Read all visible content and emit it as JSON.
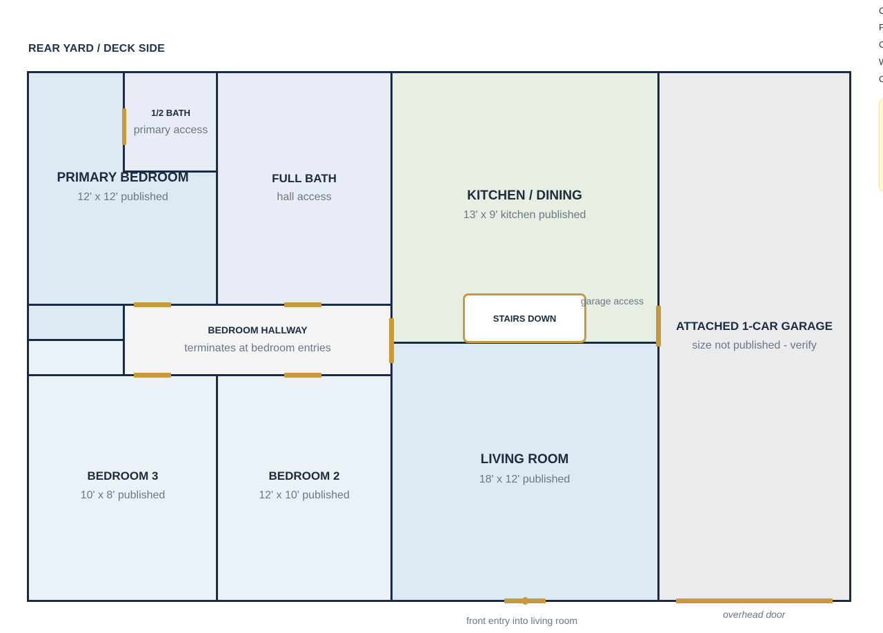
{
  "page_label": "REAR YARD / DECK SIDE",
  "rooms": {
    "half_bath": {
      "title": "1/2 BATH",
      "sub": "primary access"
    },
    "primary_bedroom": {
      "title": "PRIMARY BEDROOM",
      "sub": "12' x 12' published"
    },
    "full_bath": {
      "title": "FULL BATH",
      "sub": "hall access"
    },
    "kitchen": {
      "title": "KITCHEN / DINING",
      "sub": "13' x 9' kitchen published"
    },
    "hallway": {
      "title": "BEDROOM HALLWAY",
      "sub": "terminates at bedroom entries"
    },
    "garage": {
      "title": "ATTACHED 1-CAR GARAGE",
      "sub": "size not published - verify"
    },
    "living_room": {
      "title": "LIVING ROOM",
      "sub": "18' x 12' published"
    },
    "bedroom3": {
      "title": "BEDROOM 3",
      "sub": "10' x 8' published"
    },
    "bedroom2": {
      "title": "BEDROOM 2",
      "sub": "12' x 10' published"
    }
  },
  "stairs_label": "STAIRS DOWN",
  "notes": {
    "garage_access": "garage access",
    "front_entry": "front entry into living room",
    "overhead_door": "overhead door"
  },
  "edge_fragments": [
    "C",
    "F",
    "C",
    "W",
    "C"
  ],
  "colors": {
    "wall": "#1a2b47",
    "door": "#c79a3e",
    "bedroom_fill": "#dbeaf3",
    "bath_fill": "#e8ecf7",
    "kitchen_fill": "#e7efe2",
    "garage_fill": "#e9ebec",
    "hall_fill": "#f3f4f3",
    "small_bedroom_fill": "#eaf2f7"
  }
}
